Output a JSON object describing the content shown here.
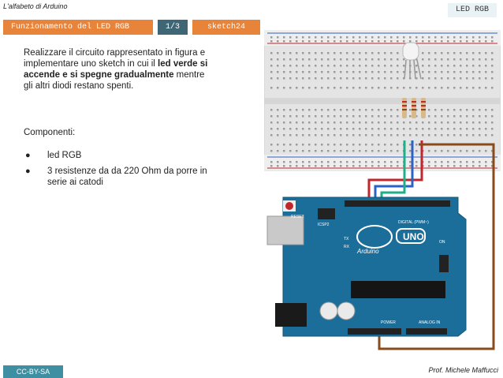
{
  "header": {
    "course_title": "L'alfabeto di Arduino",
    "topic_label": "LED RGB",
    "tab_title": "Funzionamento del LED RGB",
    "tab_page": "1/3",
    "tab_sketch": "sketch24"
  },
  "content": {
    "intro_part1": "Realizzare il circuito rappresentato in figura e implementare uno sketch in cui il ",
    "intro_bold": "led verde si accende e si spegne gradualmente",
    "intro_part2": " mentre gli altri diodi restano spenti.",
    "components_title": "Componenti:",
    "components": [
      "led RGB",
      "3 resistenze da da 220 Ohm da porre in serie ai catodi"
    ],
    "bullet": "●"
  },
  "diagram": {
    "board_logo": "UNO",
    "board_brand": "Arduino",
    "board_labels": {
      "reset": "RESET",
      "icsp": "ICSP2",
      "digital": "DIGITAL (PWM~)",
      "tx": "TX",
      "rx": "RX",
      "on": "ON",
      "power": "POWER",
      "analog": "ANALOG IN"
    },
    "colors": {
      "board": "#1c6e9a",
      "breadboard": "#e4e4e4",
      "wire_red": "#c0272d",
      "wire_blue": "#2c62c4",
      "wire_green": "#1fb08a",
      "wire_brown": "#8a4b1c",
      "accent_orange": "#e8833a",
      "accent_teal": "#3f6675"
    }
  },
  "footer": {
    "license": "CC-BY-SA",
    "author": "Prof. Michele Maffucci"
  }
}
